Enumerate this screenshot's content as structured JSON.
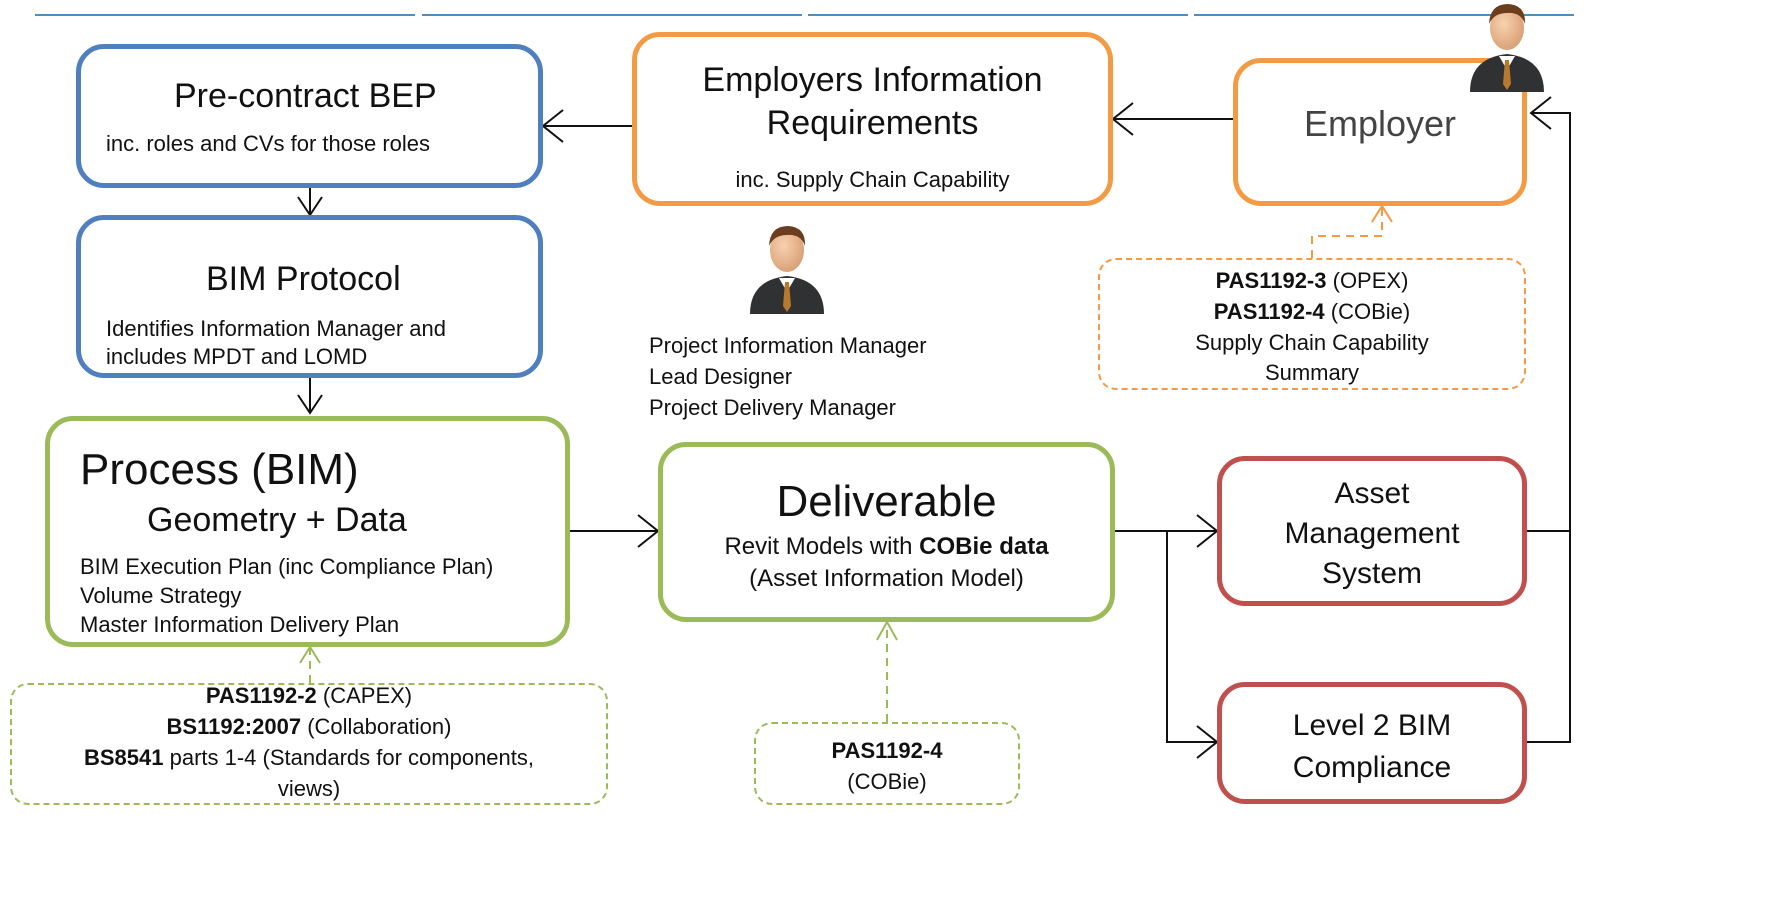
{
  "pre_contract_bep": {
    "title": "Pre-contract BEP",
    "subtitle": "inc. roles and CVs for those roles"
  },
  "eir": {
    "title_line1": "Employers Information",
    "title_line2": "Requirements",
    "subtitle": "inc. Supply Chain Capability"
  },
  "employer": {
    "title": "Employer"
  },
  "bim_protocol": {
    "title": "BIM Protocol",
    "line1": "Identifies Information Manager and",
    "line2": "includes MPDT and LOMD"
  },
  "roles": {
    "line1": "Project Information Manager",
    "line2": "Lead Designer",
    "line3": "Project Delivery Manager"
  },
  "employer_standards": {
    "l1_bold": "PAS1192-3",
    "l1_rest": " (OPEX)",
    "l2_bold": "PAS1192-4",
    "l2_rest": " (COBie)",
    "l3": "Supply Chain Capability",
    "l4": "Summary"
  },
  "process": {
    "title": "Process (BIM)",
    "subtitle": "Geometry + Data",
    "line1": "BIM Execution Plan (inc Compliance Plan)",
    "line2": "Volume Strategy",
    "line3": "Master Information Delivery Plan"
  },
  "deliverable": {
    "title": "Deliverable",
    "line1_pre": "Revit Models with ",
    "line1_bold": "COBie data",
    "line2": "(Asset Information Model)"
  },
  "asset_mgmt": {
    "line1": "Asset",
    "line2": "Management",
    "line3": "System"
  },
  "level2": {
    "line1": "Level 2 BIM",
    "line2": "Compliance"
  },
  "process_standards": {
    "l1_bold": "PAS1192-2",
    "l1_rest": " (CAPEX)",
    "l2_bold": "BS1192:2007",
    "l2_rest": " (Collaboration)",
    "l3_bold": "BS8541",
    "l3_rest": " parts 1-4 (Standards for components,",
    "l4": "views)"
  },
  "deliverable_standards": {
    "l1_bold": "PAS1192-4",
    "l2": "(COBie)"
  },
  "colors": {
    "blue": "#4f7fbf",
    "orange": "#f39a45",
    "green": "#9bbb59",
    "red": "#c0504d"
  }
}
